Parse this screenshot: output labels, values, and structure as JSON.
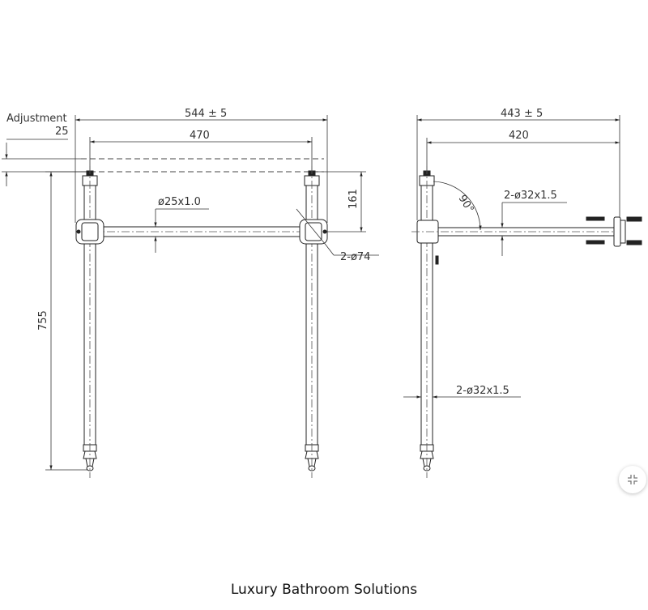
{
  "front_view": {
    "adjustment_label": "Adjustment",
    "adjustment_value": "25",
    "overall_width": "544 ± 5",
    "centers_width": "470",
    "height_top": "161",
    "height_total": "755",
    "rail_tube": "ø25x1.0",
    "flange": "2-ø74"
  },
  "side_view": {
    "overall_depth": "443 ± 5",
    "inner_depth": "420",
    "angle": "90°",
    "rail_tube": "2-ø32x1.5",
    "leg_tube": "2-ø32x1.5"
  },
  "caption": "Luxury Bathroom Solutions",
  "collapse_icon": "collapse-icon"
}
